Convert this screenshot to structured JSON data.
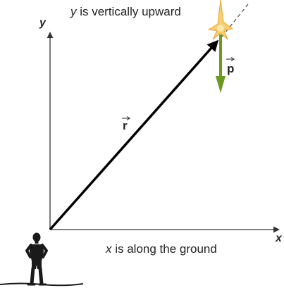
{
  "title": {
    "variable": "y",
    "rest": " is vertically upward"
  },
  "ground_caption": {
    "variable": "x",
    "rest": " is along the ground"
  },
  "axes": {
    "x_label": "x",
    "y_label": "y"
  },
  "vectors": {
    "position_label": "r",
    "momentum_label": "p"
  },
  "colors": {
    "axis": "#333333",
    "position_vector": "#000000",
    "momentum_vector": "#6b9a22",
    "burst": "#f7cf74",
    "person": "#1a1a1a"
  },
  "icons": {
    "burst": "explosion-burst-icon",
    "person": "standing-person-icon"
  }
}
